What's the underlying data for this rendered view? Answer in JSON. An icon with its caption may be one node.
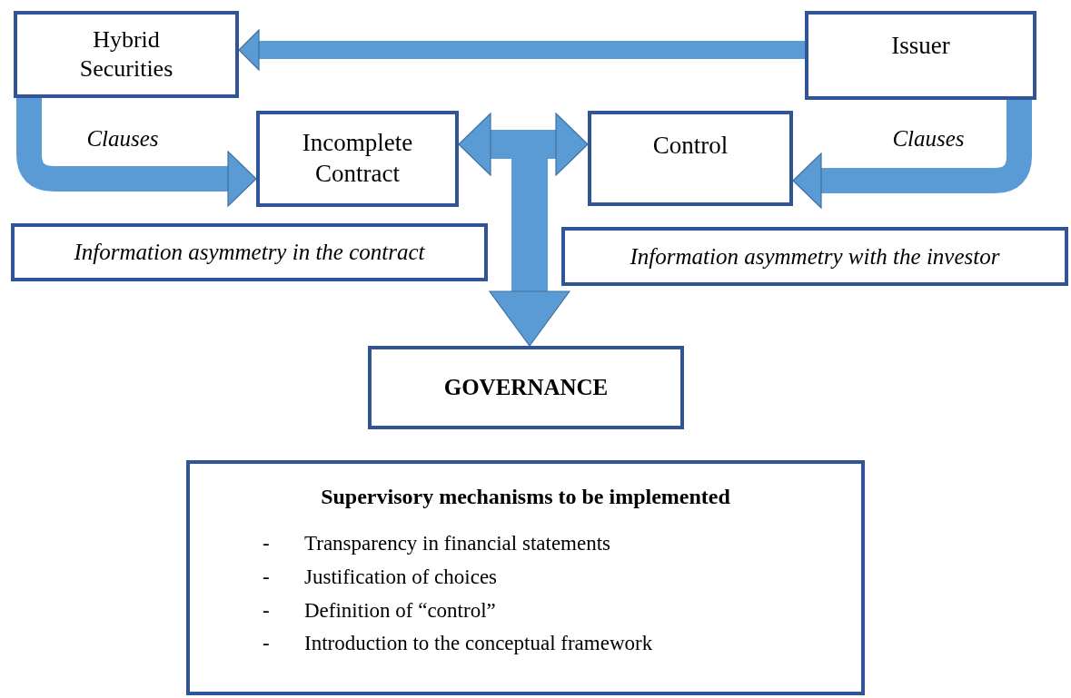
{
  "diagram": {
    "nodes": [
      {
        "text": [
          "Hybrid Securities"
        ]
      },
      {
        "text": [
          "Issuer"
        ]
      },
      {
        "text": [
          "Incomplete Contract"
        ]
      },
      {
        "text": [
          "Control"
        ]
      },
      {
        "text": [
          "Information asymmetry in the contract"
        ]
      },
      {
        "text": [
          "Information asymmetry with the investor"
        ]
      },
      {
        "text": [
          "GOVERNANCE"
        ]
      },
      {
        "text": [
          "Supervisory mechanisms to be implemented",
          "- Transparency in financial statements",
          "- Justification of choices",
          "- Definition of “control”",
          "- Introduction to the conceptual framework"
        ]
      }
    ],
    "edges": [
      {
        "from": 1,
        "to": 0,
        "arrow": "to"
      },
      {
        "from": 0,
        "to": 2,
        "arrow": "to",
        "label": "Clauses"
      },
      {
        "from": 1,
        "to": 3,
        "arrow": "to",
        "label": "Clauses"
      },
      {
        "from": 2,
        "to": 3,
        "arrow": "both"
      },
      {
        "from": null,
        "to": 6,
        "arrow": "to"
      }
    ]
  }
}
